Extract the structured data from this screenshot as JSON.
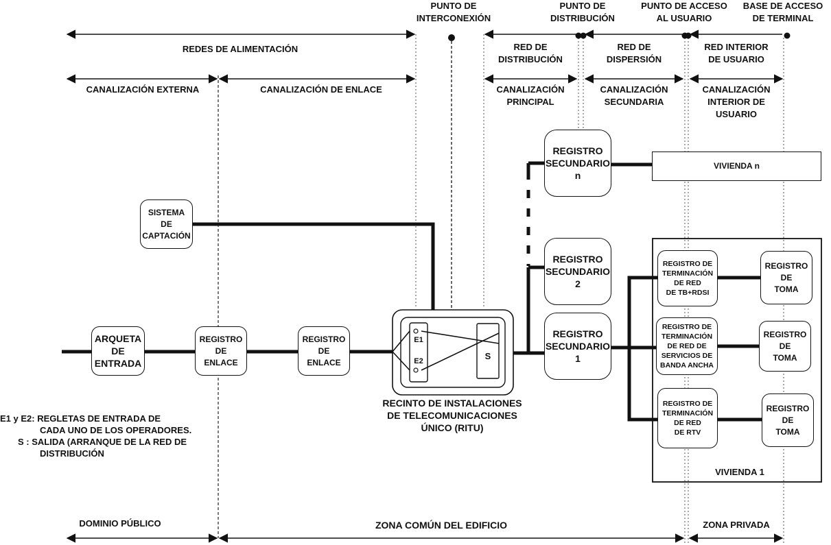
{
  "top_headers": {
    "punto_interconexion": [
      "PUNTO DE",
      "INTERCONEXIÓN"
    ],
    "punto_distribucion": [
      "PUNTO DE",
      "DISTRIBUCIÓN"
    ],
    "punto_acceso_usuario": [
      "PUNTO DE ACCESO",
      "AL  USUARIO"
    ],
    "base_acceso_terminal": [
      "BASE DE ACCESO",
      "DE TERMINAL"
    ]
  },
  "networks": {
    "redes_alimentacion": "REDES DE ALIMENTACIÓN",
    "red_distribucion": [
      "RED DE",
      "DISTRIBUCIÓN"
    ],
    "red_dispersion": [
      "RED DE",
      "DISPERSIÓN"
    ],
    "red_interior": [
      "RED INTERIOR",
      "DE USUARIO"
    ]
  },
  "canalizations": {
    "externa": "CANALIZACIÓN EXTERNA",
    "enlace": "CANALIZACIÓN DE ENLACE",
    "principal": [
      "CANALIZACIÓN",
      "PRINCIPAL"
    ],
    "secundaria": [
      "CANALIZACIÓN",
      "SECUNDARIA"
    ],
    "interior": [
      "CANALIZACIÓN",
      "INTERIOR DE",
      "USUARIO"
    ]
  },
  "boxes": {
    "sistema_captacion": [
      "SISTEMA",
      "DE",
      "CAPTACIÓN"
    ],
    "arqueta_entrada": [
      "ARQUETA",
      "DE",
      "ENTRADA"
    ],
    "registro_enlace_1": [
      "REGISTRO",
      "DE",
      "ENLACE"
    ],
    "registro_enlace_2": [
      "REGISTRO",
      "DE",
      "ENLACE"
    ],
    "registro_secundario_n": [
      "REGISTRO",
      "SECUNDARIO",
      "n"
    ],
    "registro_secundario_2": [
      "REGISTRO",
      "SECUNDARIO",
      "2"
    ],
    "registro_secundario_1": [
      "REGISTRO",
      "SECUNDARIO",
      "1"
    ],
    "vivienda_n": "VIVIENDA n",
    "vivienda_1": "VIVIENDA 1",
    "term_tb_rdsi": [
      "REGISTRO DE",
      "TERMINACIÓN",
      "DE RED",
      "DE TB+RDSI"
    ],
    "term_banda_ancha": [
      "REGISTRO DE",
      "TERMINACIÓN",
      "DE RED DE",
      "SERVICIOS DE",
      "BANDA ANCHA"
    ],
    "term_rtv": [
      "REGISTRO DE",
      "TERMINACIÓN",
      "DE RED",
      "DE RTV"
    ],
    "toma_1": [
      "REGISTRO",
      "DE",
      "TOMA"
    ],
    "toma_2": [
      "REGISTRO",
      "DE",
      "TOMA"
    ],
    "toma_3": [
      "REGISTRO",
      "DE",
      "TOMA"
    ]
  },
  "ritu": {
    "e1": "E1",
    "e2": "E2",
    "s": "S",
    "caption": [
      "RECINTO DE INSTALACIONES",
      "DE TELECOMUNICACIONES",
      "ÚNICO (RITU)"
    ]
  },
  "legend": [
    "E1 y E2: REGLETAS DE ENTRADA DE",
    "CADA UNO DE LOS OPERADORES.",
    "S   : SALIDA (ARRANQUE DE LA RED DE",
    "DISTRIBUCIÓN"
  ],
  "zones": {
    "dominio_publico": "DOMINIO PÚBLICO",
    "zona_comun": "ZONA COMÚN DEL EDIFICIO",
    "zona_privada": "ZONA PRIVADA"
  }
}
